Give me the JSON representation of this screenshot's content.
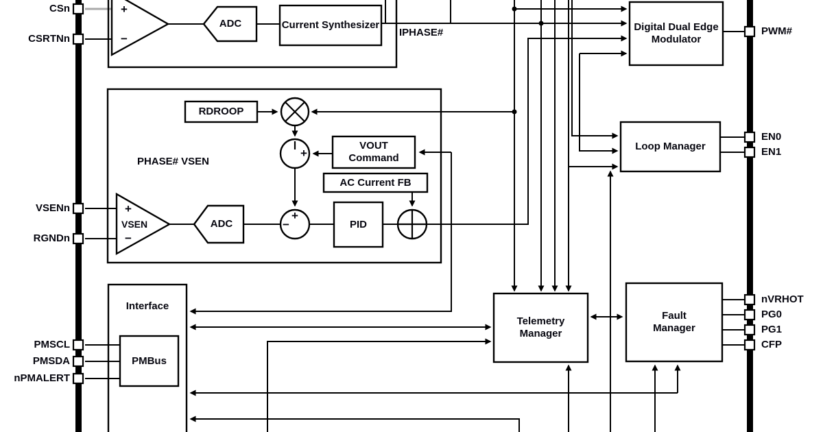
{
  "pins": {
    "left": [
      {
        "label": "CSn"
      },
      {
        "label": "CSRTNn"
      },
      {
        "label": "VSENn"
      },
      {
        "label": "RGNDn"
      },
      {
        "label": "PMSCL"
      },
      {
        "label": "PMSDA"
      },
      {
        "label": "nPMALERT"
      }
    ],
    "right": [
      {
        "label": "PWM#"
      },
      {
        "label": "EN0"
      },
      {
        "label": "EN1"
      },
      {
        "label": "nVRHOT"
      },
      {
        "label": "PG0"
      },
      {
        "label": "PG1"
      },
      {
        "label": "CFP"
      }
    ]
  },
  "blocks": {
    "current_synthesizer": "Current Synthesizer",
    "modulator": "Digital Dual Edge Modulator",
    "rdroop": "RDROOP",
    "vout_command": "VOUT Command",
    "ac_current_fb": "AC Current FB",
    "pid": "PID",
    "loop_manager": "Loop Manager",
    "telemetry_manager": "Telemetry Manager",
    "fault_manager": "Fault Manager",
    "interface": "Interface",
    "pmbus": "PMBus"
  },
  "labels": {
    "iphase": "IPHASE#",
    "phase_vsen": "PHASE# VSEN",
    "vsen_amp": "VSEN",
    "adc_current": "ADC",
    "adc_voltage": "ADC"
  },
  "symbols": {
    "plus": "+",
    "minus": "−"
  },
  "colors": {
    "line": "#000000",
    "text": "#06060f",
    "cs_wire_highlight": "#aaaaaa",
    "background": "#ffffff"
  }
}
